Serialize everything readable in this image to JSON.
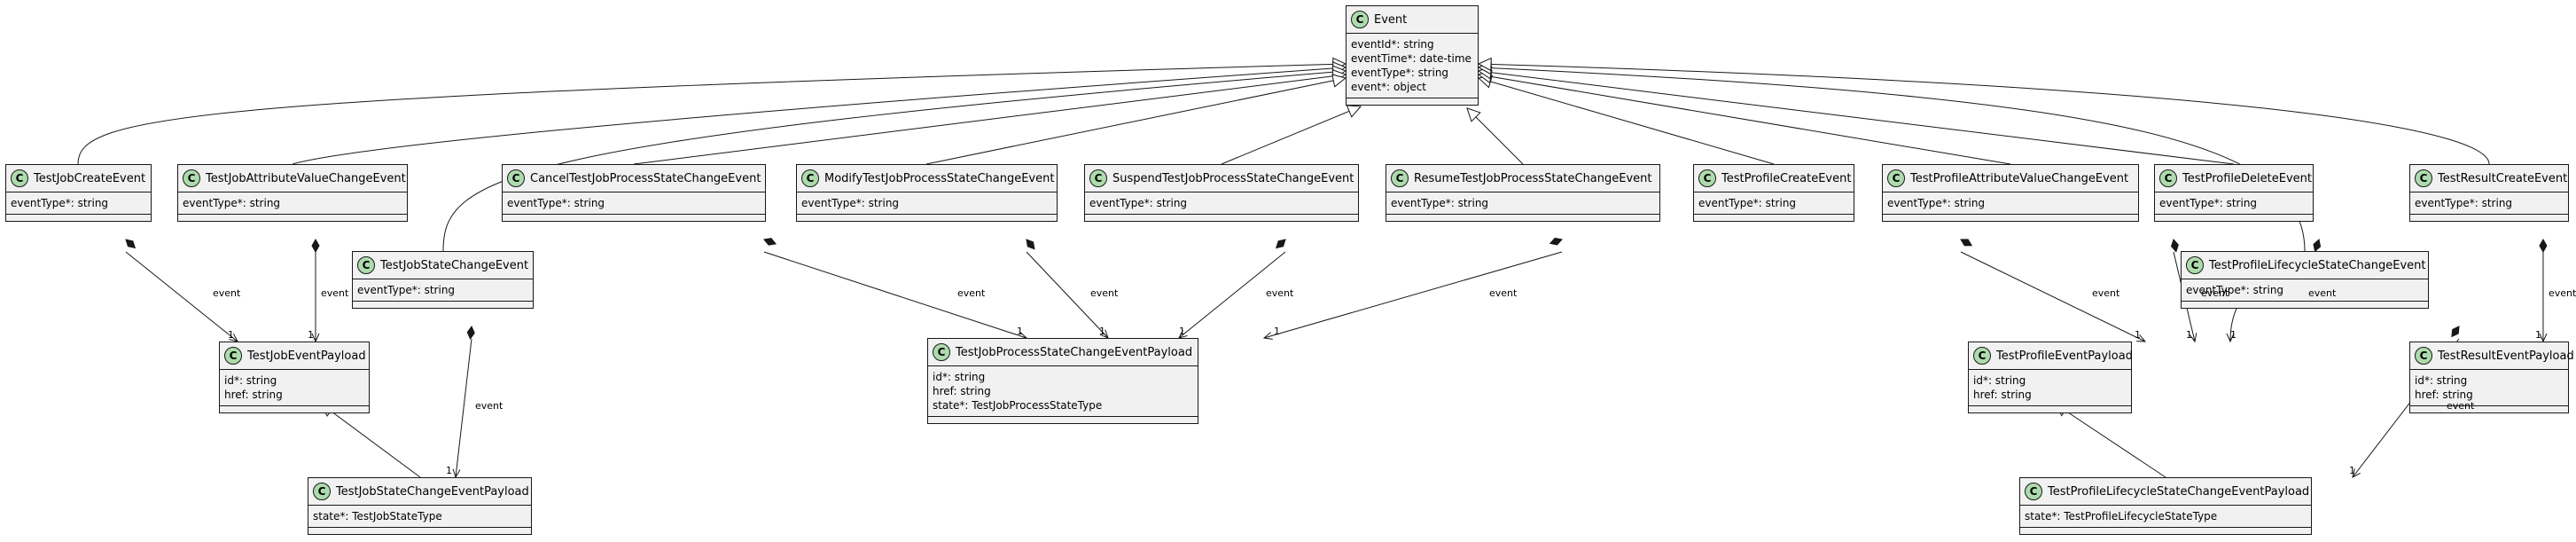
{
  "classes": {
    "event": {
      "name": "Event",
      "stereotype": "C",
      "fields": [
        "eventId*: string",
        "eventTime*: date-time",
        "eventType*: string",
        "event*: object"
      ]
    },
    "testJobCreateEvent": {
      "name": "TestJobCreateEvent",
      "stereotype": "C",
      "fields": [
        "eventType*: string"
      ]
    },
    "testJobAttributeValueChangeEvent": {
      "name": "TestJobAttributeValueChangeEvent",
      "stereotype": "C",
      "fields": [
        "eventType*: string"
      ]
    },
    "testJobStateChangeEvent": {
      "name": "TestJobStateChangeEvent",
      "stereotype": "C",
      "fields": [
        "eventType*: string"
      ]
    },
    "cancelTestJobProcessStateChangeEvent": {
      "name": "CancelTestJobProcessStateChangeEvent",
      "stereotype": "C",
      "fields": [
        "eventType*: string"
      ]
    },
    "modifyTestJobProcessStateChangeEvent": {
      "name": "ModifyTestJobProcessStateChangeEvent",
      "stereotype": "C",
      "fields": [
        "eventType*: string"
      ]
    },
    "suspendTestJobProcessStateChangeEvent": {
      "name": "SuspendTestJobProcessStateChangeEvent",
      "stereotype": "C",
      "fields": [
        "eventType*: string"
      ]
    },
    "resumeTestJobProcessStateChangeEvent": {
      "name": "ResumeTestJobProcessStateChangeEvent",
      "stereotype": "C",
      "fields": [
        "eventType*: string"
      ]
    },
    "testProfileCreateEvent": {
      "name": "TestProfileCreateEvent",
      "stereotype": "C",
      "fields": [
        "eventType*: string"
      ]
    },
    "testProfileAttributeValueChangeEvent": {
      "name": "TestProfileAttributeValueChangeEvent",
      "stereotype": "C",
      "fields": [
        "eventType*: string"
      ]
    },
    "testProfileDeleteEvent": {
      "name": "TestProfileDeleteEvent",
      "stereotype": "C",
      "fields": [
        "eventType*: string"
      ]
    },
    "testProfileLifecycleStateChangeEvent": {
      "name": "TestProfileLifecycleStateChangeEvent",
      "stereotype": "C",
      "fields": [
        "eventType*: string"
      ]
    },
    "testResultCreateEvent": {
      "name": "TestResultCreateEvent",
      "stereotype": "C",
      "fields": [
        "eventType*: string"
      ]
    },
    "testJobEventPayload": {
      "name": "TestJobEventPayload",
      "stereotype": "C",
      "fields": [
        "id*: string",
        "href: string"
      ]
    },
    "testJobStateChangeEventPayload": {
      "name": "TestJobStateChangeEventPayload",
      "stereotype": "C",
      "fields": [
        "state*: TestJobStateType"
      ]
    },
    "testJobProcessStateChangeEventPayload": {
      "name": "TestJobProcessStateChangeEventPayload",
      "stereotype": "C",
      "fields": [
        "id*: string",
        "href: string",
        "state*: TestJobProcessStateType"
      ]
    },
    "testProfileEventPayload": {
      "name": "TestProfileEventPayload",
      "stereotype": "C",
      "fields": [
        "id*: string",
        "href: string"
      ]
    },
    "testProfileLifecycleStateChangeEventPayload": {
      "name": "TestProfileLifecycleStateChangeEventPayload",
      "stereotype": "C",
      "fields": [
        "state*: TestProfileLifecycleStateType"
      ]
    },
    "testResultEventPayload": {
      "name": "TestResultEventPayload",
      "stereotype": "C",
      "fields": [
        "id*: string",
        "href: string"
      ]
    }
  },
  "composition_label": "event",
  "multiplicity": "1"
}
